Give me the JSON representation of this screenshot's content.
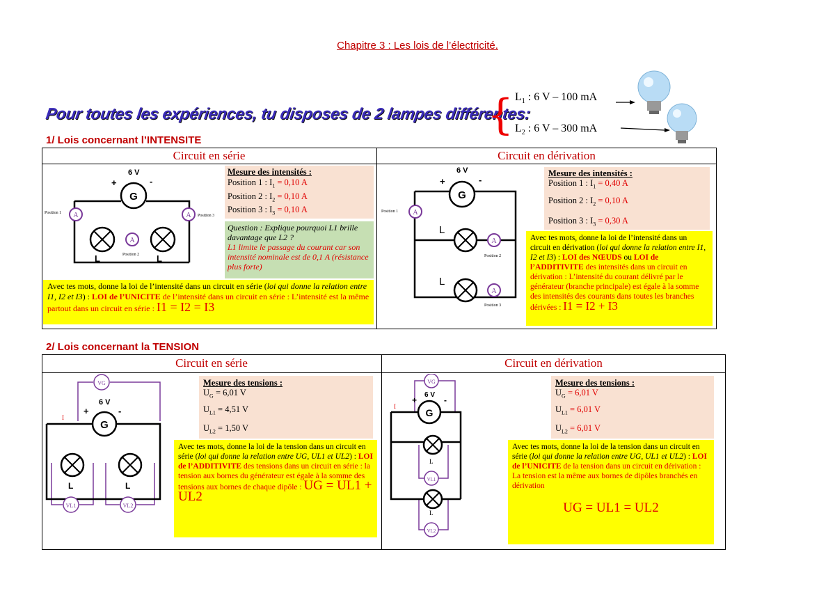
{
  "title": "Chapitre 3 : Les lois de l’électricité.",
  "banner": "Pour  toutes les expériences, tu disposes de 2 lampes différentes:",
  "lamps": {
    "l1": {
      "name": "L",
      "sub": "1",
      "spec": " : 6 V – 100 mA"
    },
    "l2": {
      "name": "L",
      "sub": "2",
      "spec": " : 6 V – 300 mA"
    }
  },
  "colors": {
    "red": "#e00000",
    "heading": "#c00000",
    "banner": "#3a2bb8",
    "yellow": "#ffff00",
    "peach": "#f9e1d2",
    "green": "#c6dfb3",
    "purple": "#7a3a9a"
  },
  "intensite": {
    "heading_prefix": "1/ Lois concernant l’",
    "heading_word": "INTENSITE",
    "serie": {
      "header": "Circuit en série",
      "voltage": "6 V",
      "gen": "G",
      "plus": "+",
      "minus": "-",
      "pos1": "Position 1",
      "pos2": "Position 2",
      "pos3": "Position 3",
      "a1": "A",
      "a2": "A",
      "a3": "A",
      "lamp1": "L",
      "lamp2": "L",
      "measure_title": "Mesure des intensités :",
      "m1_label": "Position 1 : I",
      "m1_sub": "1",
      "m1_value": " = 0,10 A",
      "m2_label": "Position 2 : I",
      "m2_sub": "2",
      "m2_value": " = 0,10 A",
      "m3_label": "Position 3 : I",
      "m3_sub": "3",
      "m3_value": " = 0,10 A",
      "question": "Question : Explique pourquoi L1 brille davantage que L2 ?",
      "answer": "L1 limite le passage du courant car son intensité nominale est de 0,1 A (résistance plus forte)",
      "law_intro": "Avec tes mots, donne la loi de l’intensité dans un circuit en série (",
      "law_italic": "loi qui donne la relation entre I1, I2 et I3",
      "law_mid": ") : ",
      "law_name": "LOI de l’UNICITE",
      "law_rest": " de l’intensité dans un circuit en série : L’intensité est la même partout dans un circuit en série : ",
      "formula": "I1 = I2 = I3"
    },
    "derivation": {
      "header": "Circuit en dérivation",
      "voltage": "6 V",
      "gen": "G",
      "plus": "+",
      "minus": "-",
      "pos1": "Position 1",
      "pos2": "Position 2",
      "pos3": "Position 3",
      "lamp1": "L",
      "lamp2": "L",
      "measure_title": "Mesure des intensités :",
      "m1_label": "Position 1 : I",
      "m1_sub": "1",
      "m1_value": " = 0,40 A",
      "m2_label": "Position 2 : I",
      "m2_sub": "2",
      "m2_value": " = 0,10 A",
      "m3_label": "Position 3 : I",
      "m3_sub": "3",
      "m3_value": " = 0,30 A",
      "law_intro": "Avec tes mots, donne la loi de l’intensité dans un circuit en dérivation (",
      "law_italic": "loi qui donne la relation entre I1, I2 et I3",
      "law_mid": ") : ",
      "law_name": "LOI des NŒUDS",
      "law_or": " ou ",
      "law_name2": "LOI de l’ADDITIVITE",
      "law_rest": " des intensités dans un circuit en dérivation : L’intensité du courant délivré par le générateur (branche principale) est égale à la somme des intensités des courants dans toutes les branches dérivées : ",
      "formula": "I1 = I2 + I3"
    }
  },
  "tension": {
    "heading_prefix": "2/ Lois concernant la ",
    "heading_word": "TENSION",
    "serie": {
      "header": "Circuit en série",
      "voltage": "6 V",
      "gen": "G",
      "plus": "+",
      "minus": "-",
      "vg": "VG",
      "vl1": "VL1",
      "vl2": "VL2",
      "lamp1": "L",
      "lamp2": "L",
      "current": "I",
      "measure_title": "Mesure des tensions :",
      "m1_label": "U",
      "m1_sub": "G",
      "m1_value": " = 6,01 V",
      "m2_label": "U",
      "m2_sub": "L1",
      "m2_value": " = 4,51 V",
      "m3_label": "U",
      "m3_sub": "L2",
      "m3_value": " = 1,50 V",
      "law_intro": "Avec tes mots, donne la loi de la tension dans un circuit en série (",
      "law_italic": "loi qui donne la relation entre UG, UL1 et UL2",
      "law_mid": ") : ",
      "law_name": "LOI de l’ADDITIVITE",
      "law_rest": " des tensions dans un circuit en série : la tension aux bornes du générateur est égale à la somme des tensions aux bornes de chaque dipôle : ",
      "formula": "UG = UL1 + UL2"
    },
    "derivation": {
      "header": "Circuit en dérivation",
      "voltage": "6 V",
      "gen": "G",
      "plus": "+",
      "minus": "-",
      "vg": "VG",
      "vl1": "VL1",
      "vl2": "VL2",
      "lamp1": "L",
      "lamp2": "L",
      "current": "I",
      "measure_title": "Mesure des tensions :",
      "m1_label": "U",
      "m1_sub": "G",
      "m1_value": " = 6,01 V",
      "m2_label": "U",
      "m2_sub": "L1",
      "m2_value": " = 6,01 V",
      "m3_label": "U",
      "m3_sub": "L2",
      "m3_value": " = 6,01 V",
      "law_intro": "Avec tes mots, donne la loi de la tension dans un circuit en série (",
      "law_italic": "loi qui donne la relation entre UG, UL1 et UL2",
      "law_mid": ") : ",
      "law_name": "LOI de l’UNICITE",
      "law_rest": " de la tension dans un circuit en dérivation : La tension est la même aux bornes de dipôles branchés en dérivation",
      "formula": "UG = UL1 = UL2"
    }
  }
}
